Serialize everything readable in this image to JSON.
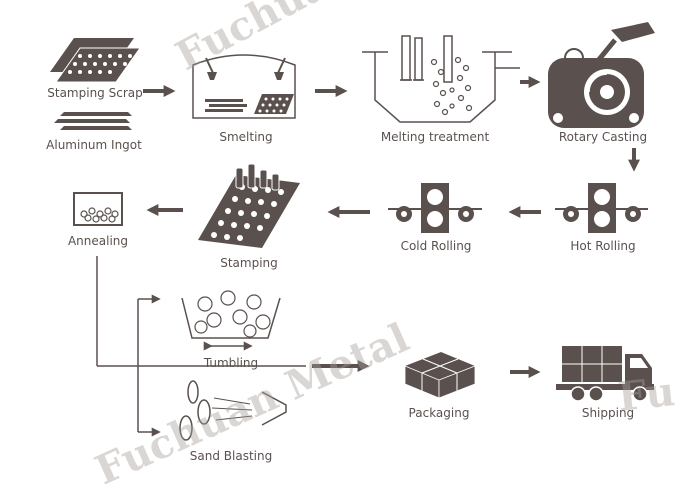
{
  "colors": {
    "ink": "#5a514e",
    "watermark": "#a59f9b",
    "background": "#ffffff"
  },
  "steps": {
    "stamping_scrap": "Stamping Scrap",
    "aluminum_ingot": "Aluminum Ingot",
    "smelting": "Smelting",
    "melting_treatment": "Melting treatment",
    "rotary_casting": "Rotary Casting",
    "hot_rolling": "Hot Rolling",
    "cold_rolling": "Cold Rolling",
    "stamping": "Stamping",
    "annealing": "Annealing",
    "tumbling": "Tumbling",
    "sand_blasting": "Sand Blasting",
    "packaging": "Packaging",
    "shipping": "Shipping"
  },
  "watermark": {
    "line1": "Fuchuan",
    "line2": "Fuchuan Metal",
    "line3": "Fu"
  }
}
